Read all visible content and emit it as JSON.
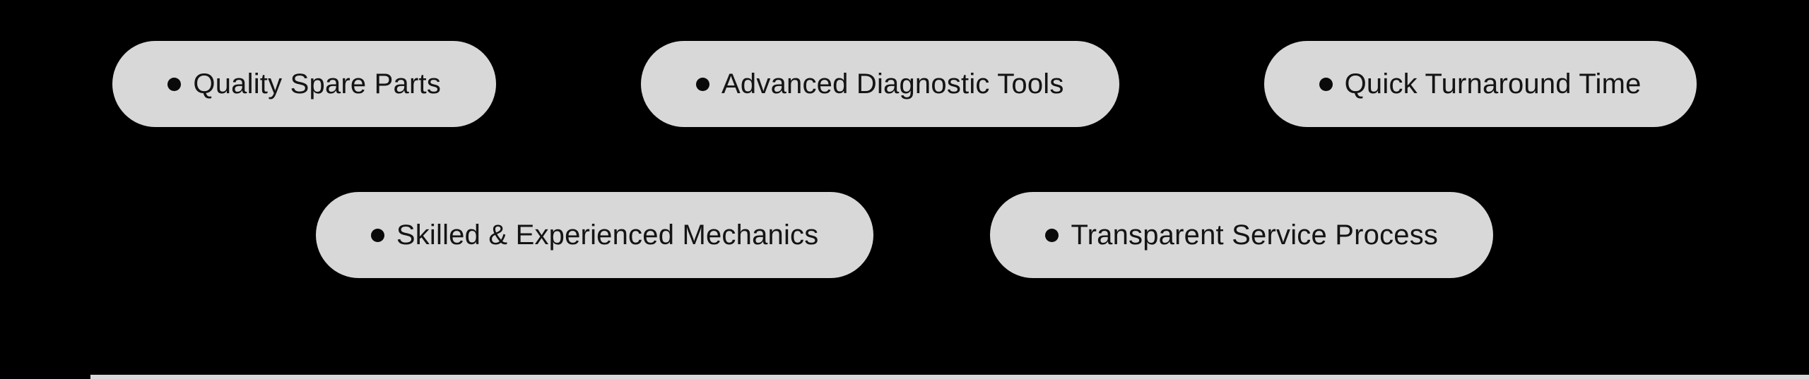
{
  "page": {
    "background_color": "#000000",
    "pill_background_color": "#d8d8d8",
    "pill_text_color": "#141414",
    "bullet_color": "#0a0a0a"
  },
  "features": [
    {
      "label": "Quality Spare Parts"
    },
    {
      "label": "Advanced Diagnostic Tools"
    },
    {
      "label": "Quick Turnaround Time"
    },
    {
      "label": "Skilled & Experienced Mechanics"
    },
    {
      "label": "Transparent Service Process"
    }
  ]
}
